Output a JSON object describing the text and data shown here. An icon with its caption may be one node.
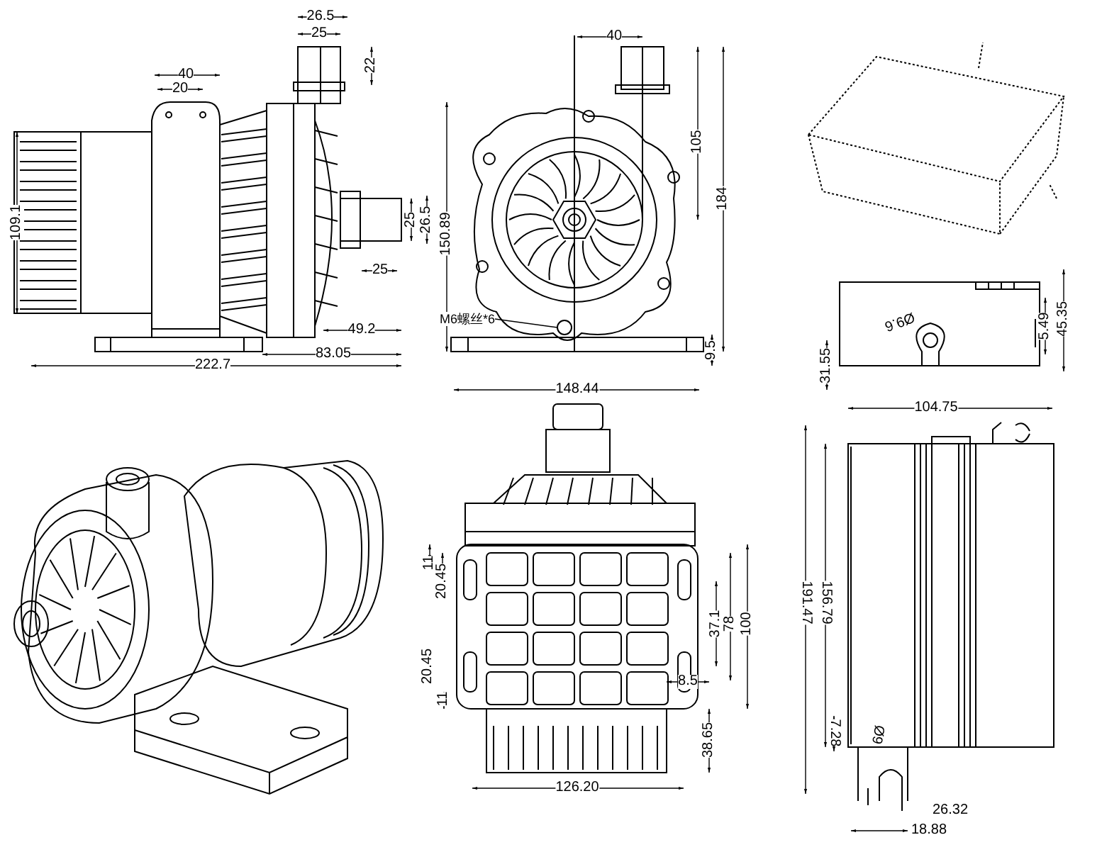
{
  "diagram": {
    "nodes": [
      {
        "text": [
          "M6螺丝*6"
        ]
      },
      {
        "text": [],
        "shape": "circle"
      }
    ],
    "edges": [
      {
        "from": 0,
        "to": 1,
        "arrow": "none"
      }
    ],
    "labels": [
      "26.5",
      "25",
      "22",
      "40",
      "20",
      "109.1",
      "25",
      "26.5",
      "25",
      "49.2",
      "83.05",
      "222.7",
      "40",
      "105",
      "150.89",
      "184",
      "9.5",
      "Ø9.6",
      "5.49",
      "45.35",
      "31.55",
      "148.44",
      "104.75",
      "11",
      "20.45",
      "37.1",
      "78",
      "100",
      "156.79",
      "191.47",
      "20.45",
      "8.5",
      "11",
      "38.65",
      "7.28",
      "Ø9",
      "126.20",
      "26.32",
      "18.88"
    ]
  }
}
